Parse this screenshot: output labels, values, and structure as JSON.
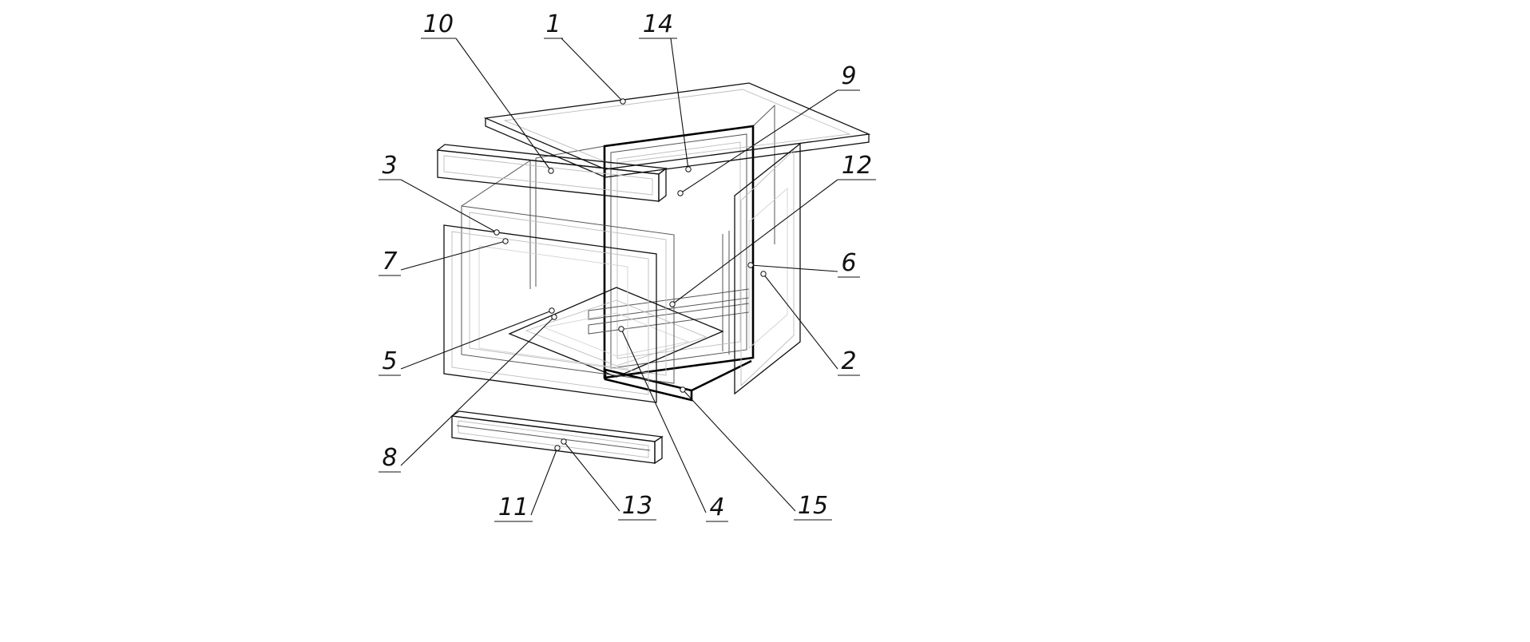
{
  "figure": {
    "type": "exploded-assembly-diagram",
    "background_color": "#ffffff",
    "line_color": "#000000",
    "parts": [
      {
        "ref": "10"
      },
      {
        "ref": "1"
      },
      {
        "ref": "14"
      },
      {
        "ref": "9"
      },
      {
        "ref": "3"
      },
      {
        "ref": "7"
      },
      {
        "ref": "12"
      },
      {
        "ref": "6"
      },
      {
        "ref": "2"
      },
      {
        "ref": "5"
      },
      {
        "ref": "8"
      },
      {
        "ref": "11"
      },
      {
        "ref": "13"
      },
      {
        "ref": "4"
      },
      {
        "ref": "15"
      }
    ]
  }
}
